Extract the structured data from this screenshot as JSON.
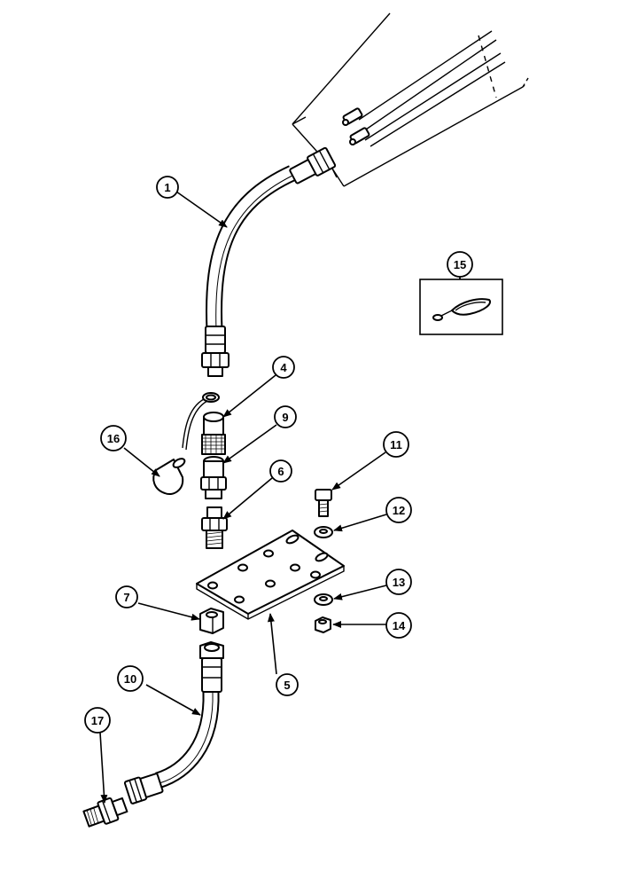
{
  "callouts": [
    {
      "id": "c1",
      "label": "1"
    },
    {
      "id": "c4",
      "label": "4"
    },
    {
      "id": "c5",
      "label": "5"
    },
    {
      "id": "c6",
      "label": "6"
    },
    {
      "id": "c7",
      "label": "7"
    },
    {
      "id": "c9",
      "label": "9"
    },
    {
      "id": "c10",
      "label": "10"
    },
    {
      "id": "c11",
      "label": "11"
    },
    {
      "id": "c12",
      "label": "12"
    },
    {
      "id": "c13",
      "label": "13"
    },
    {
      "id": "c14",
      "label": "14"
    },
    {
      "id": "c15",
      "label": "15"
    },
    {
      "id": "c16",
      "label": "16"
    },
    {
      "id": "c17",
      "label": "17"
    }
  ]
}
